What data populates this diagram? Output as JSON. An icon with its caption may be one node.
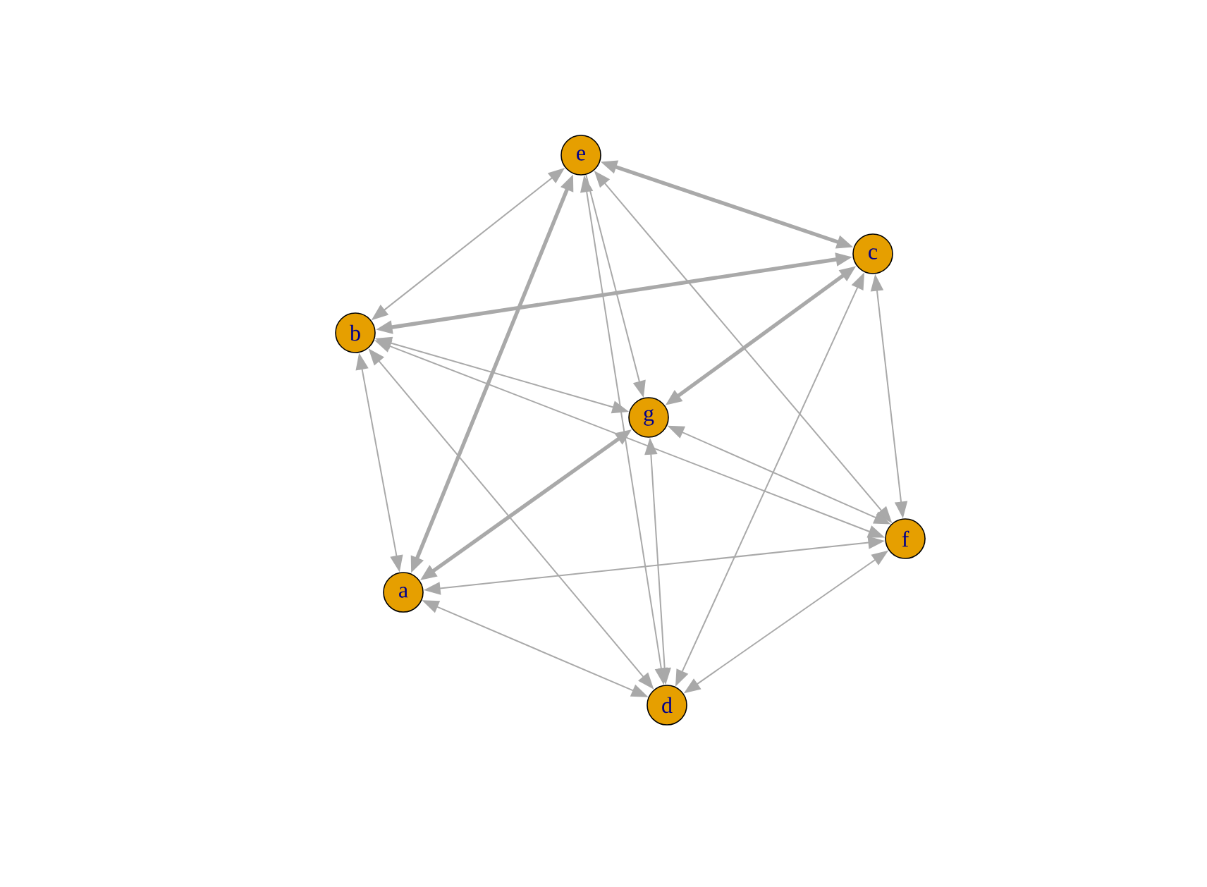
{
  "diagram": {
    "nodes": [
      {
        "text": [
          "e"
        ]
      },
      {
        "text": [
          "c"
        ]
      },
      {
        "text": [
          "b"
        ]
      },
      {
        "text": [
          "g"
        ]
      },
      {
        "text": [
          "f"
        ]
      },
      {
        "text": [
          "a"
        ]
      },
      {
        "text": [
          "d"
        ]
      }
    ],
    "edges": [
      {
        "from": 0,
        "to": 1,
        "arrow": "both",
        "style": "thick"
      },
      {
        "from": 0,
        "to": 2,
        "arrow": "both"
      },
      {
        "from": 0,
        "to": 5,
        "arrow": "both",
        "style": "thick"
      },
      {
        "from": 0,
        "to": 3,
        "arrow": "to"
      },
      {
        "from": 6,
        "to": 0,
        "arrow": "both"
      },
      {
        "from": 0,
        "to": 4,
        "arrow": "both"
      },
      {
        "from": 1,
        "to": 2,
        "arrow": "both",
        "style": "thick"
      },
      {
        "from": 1,
        "to": 3,
        "arrow": "both",
        "style": "thick"
      },
      {
        "from": 1,
        "to": 4,
        "arrow": "both"
      },
      {
        "from": 1,
        "to": 6,
        "arrow": "both"
      },
      {
        "from": 2,
        "to": 5,
        "arrow": "both"
      },
      {
        "from": 2,
        "to": 3,
        "arrow": "both"
      },
      {
        "from": 2,
        "to": 4,
        "arrow": "both"
      },
      {
        "from": 2,
        "to": 6,
        "arrow": "both"
      },
      {
        "from": 3,
        "to": 5,
        "arrow": "both",
        "style": "thick"
      },
      {
        "from": 3,
        "to": 4,
        "arrow": "both"
      },
      {
        "from": 6,
        "to": 3,
        "arrow": "both"
      },
      {
        "from": 4,
        "to": 5,
        "arrow": "both"
      },
      {
        "from": 4,
        "to": 6,
        "arrow": "both"
      },
      {
        "from": 5,
        "to": 6,
        "arrow": "both"
      }
    ]
  }
}
